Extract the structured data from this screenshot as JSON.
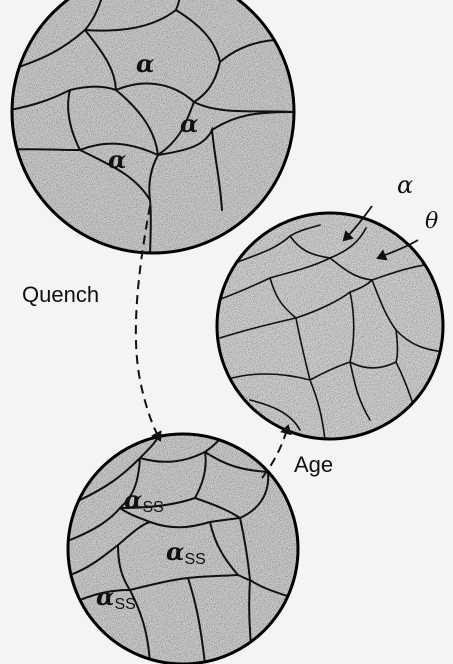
{
  "figure": {
    "background": "#f4f4f4",
    "grain_fill": "#cfcfcf",
    "boundary_color": "#111111"
  },
  "labels": {
    "quench": "Quench",
    "age": "Age",
    "alpha": "α",
    "theta": "θ",
    "alpha_ss_base": "α",
    "alpha_ss_sub": "SS"
  }
}
